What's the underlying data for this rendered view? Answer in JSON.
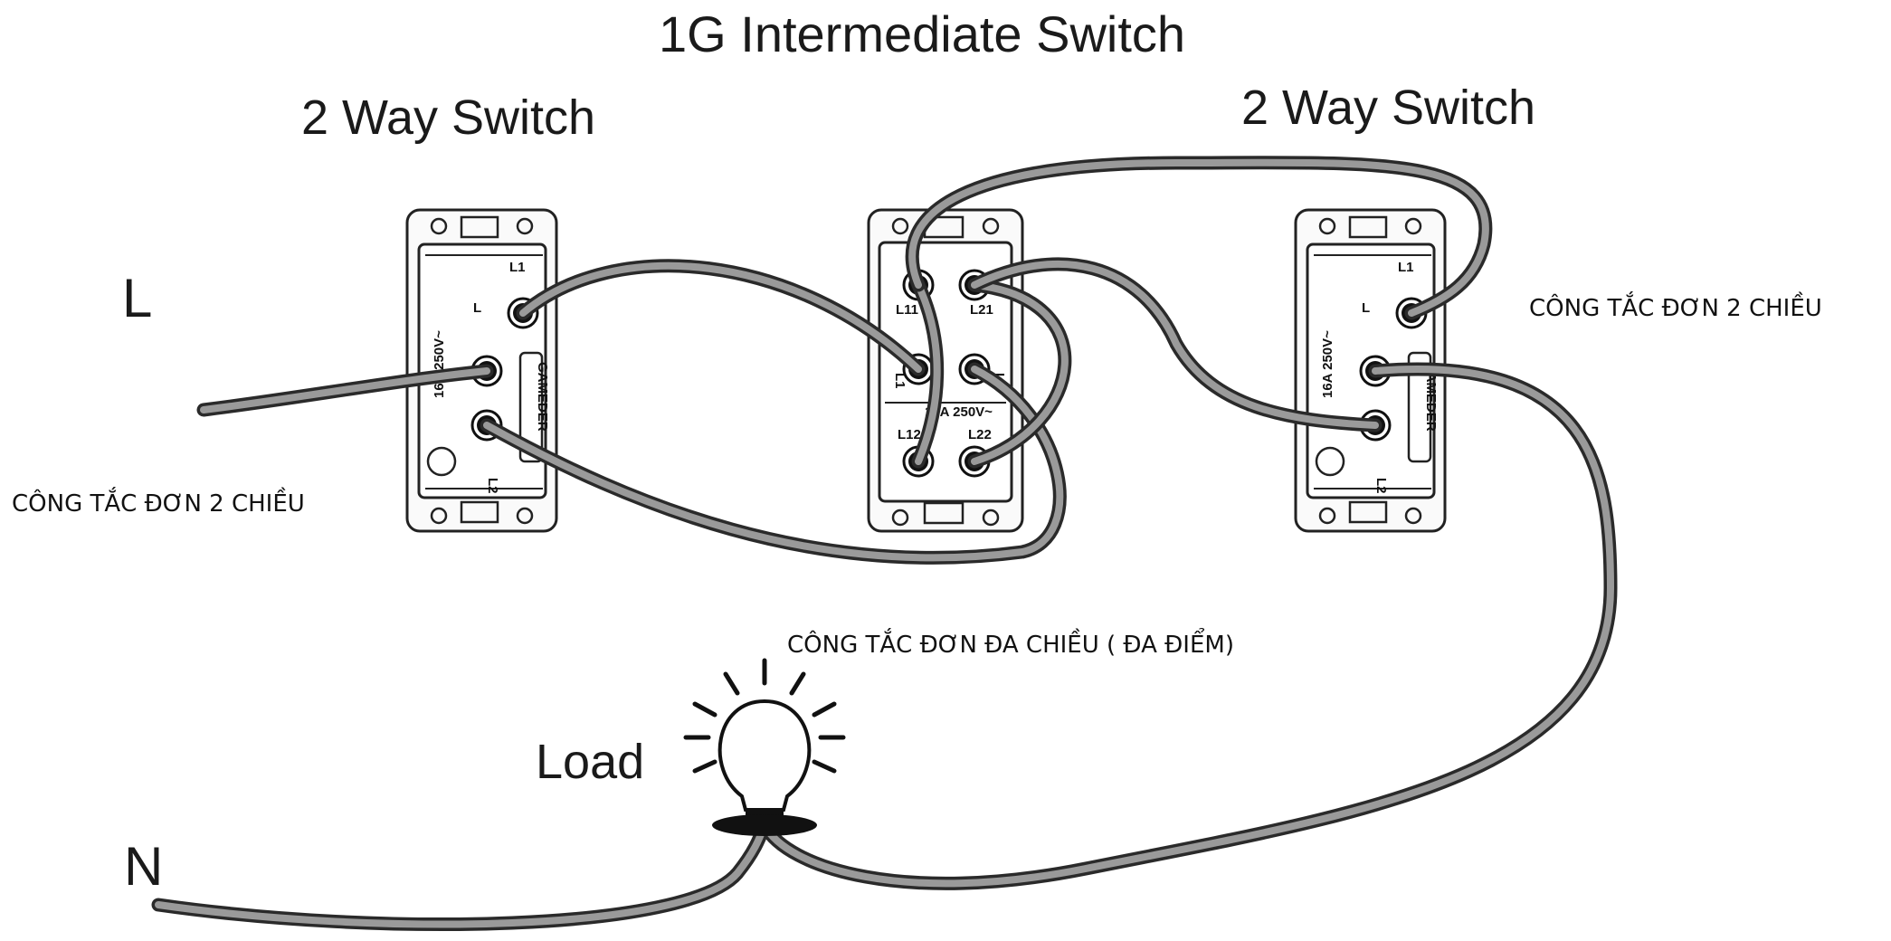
{
  "title": "1G Intermediate Switch",
  "left_switch": {
    "heading": "2 Way Switch",
    "caption": "CÔNG TẮC ĐƠN 2 CHIỀU",
    "terminals": [
      "L1",
      "L",
      "L2"
    ],
    "rating": "16A 250V~",
    "brand": "GAMEDER"
  },
  "right_switch": {
    "heading": "2 Way Switch",
    "caption": "CÔNG TẮC ĐƠN 2 CHIỀU",
    "terminals": [
      "L1",
      "L",
      "L2"
    ],
    "rating": "16A 250V~",
    "brand": "GAMEDER"
  },
  "middle_switch": {
    "caption": "CÔNG TẮC ĐƠN ĐA CHIỀU ( ĐA ĐIỂM)",
    "terminals": [
      "L11",
      "L21",
      "L1",
      "L2",
      "L12",
      "L22"
    ],
    "rating": "10A 250V~"
  },
  "line_label": "L",
  "neutral_label": "N",
  "load_label": "Load",
  "icons": {
    "lamp": "light-bulb-icon",
    "screw": "screw-terminal-icon"
  },
  "colors": {
    "wire_outer": "#2a2a2a",
    "wire_inner": "#9a9a9a",
    "plate": "#fafafa",
    "ink": "#1a1a1a"
  }
}
